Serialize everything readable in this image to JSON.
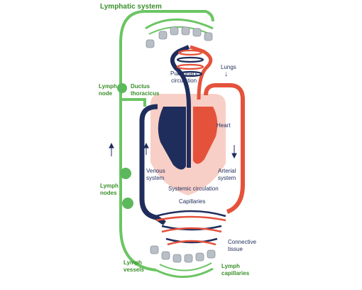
{
  "labels": {
    "lymphatic_system": "Lymphatic system",
    "lymph_node": [
      "Lymph",
      "node"
    ],
    "ductus_thoracicus": [
      "Ductus",
      "thoracicus"
    ],
    "pulmonary_circulation": [
      "Pulmonary",
      "circulation"
    ],
    "lungs": "Lungs",
    "heart": "Heart",
    "venous_system": [
      "Venous",
      "system"
    ],
    "arterial_system": [
      "Arterial",
      "system"
    ],
    "systemic_circulation": "Systemic circulation",
    "lymph_nodes": [
      "Lymph",
      "nodes"
    ],
    "capillaries": "Capillaries",
    "connective_tissue": [
      "Connective",
      "tissue"
    ],
    "lymph_vessels": [
      "Lymph",
      "vessels"
    ],
    "lymph_capillaries": [
      "Lymph",
      "capillaries"
    ]
  },
  "colors": {
    "lymph_green": "#6cc564",
    "lymph_node_green": "#5cb85c",
    "venous_navy": "#1f2d5c",
    "arterial_red": "#e5523b",
    "heart_pink": "#f7cfc6",
    "cell_gray": "#b9bfc7",
    "label_green": "#3a8f2b"
  }
}
